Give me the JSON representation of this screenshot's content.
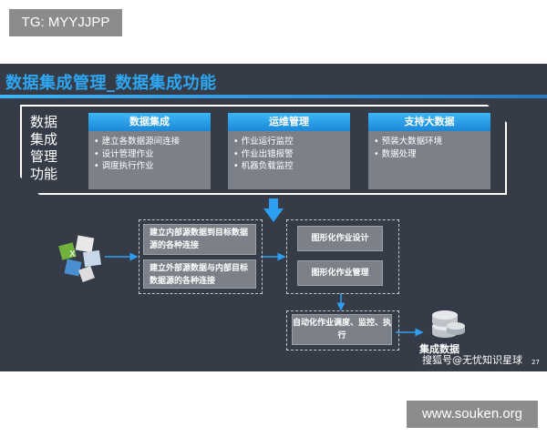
{
  "watermarks": {
    "top_left": "TG: MYYJJPP",
    "bottom_right": "www.souken.org"
  },
  "slide": {
    "title": "数据集成管理_数据集成功能",
    "functions_label": "数据集成管理功能",
    "columns": [
      {
        "heading": "数据集成",
        "items": [
          "建立各数据源间连接",
          "设计管理作业",
          "调度执行作业"
        ]
      },
      {
        "heading": "运维管理",
        "items": [
          "作业运行监控",
          "作业出错报警",
          "机器负载监控"
        ]
      },
      {
        "heading": "支持大数据",
        "items": [
          "预装大数据环境",
          "数据处理"
        ]
      }
    ],
    "flow": {
      "left_boxes": [
        "建立内部源数据到目标数据源的各种连接",
        "建立外部源数据与内部目标数据源的各种连接"
      ],
      "mid_boxes": [
        "图形化作业设计",
        "图形化作业管理"
      ],
      "bottom_box": "自动化作业调度、监控、执行",
      "result_label": "集成数据"
    },
    "credit": "搜狐号@无忧知识星球",
    "page_number": "27",
    "colors": {
      "background": "#353c47",
      "accent": "#2ea6f2",
      "box": "#7b8089",
      "arrow": "#2e9ef0"
    }
  }
}
